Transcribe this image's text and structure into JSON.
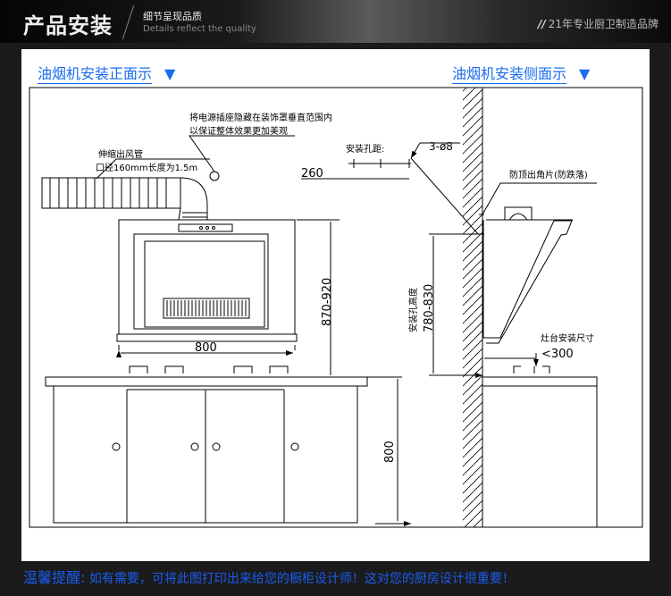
{
  "header": {
    "title": "产品安装",
    "subtitle_cn": "细节呈现品质",
    "subtitle_en": "Details reflect the quality",
    "slogan_mark": "//",
    "slogan": "21年专业厨卫制造品牌"
  },
  "sections": {
    "front": "油烟机安装正面示",
    "side": "油烟机安装侧面示",
    "arrow": "▼"
  },
  "diagram": {
    "socket_note_1": "将电源插座隐藏在装饰罩垂直范围内",
    "socket_note_2": "以保证整体效果更加美观",
    "duct_label_1": "伸缩出风管",
    "duct_label_2": "口径160mm长度为1.5m",
    "hole_spacing_label": "安装孔距:",
    "hole_spec": "3-ø8",
    "hole_spacing": "260",
    "hood_height": "870-920",
    "hood_width": "800",
    "cabinet_height": "800",
    "hole_height_label": "安装孔高度",
    "hole_height": "780-830",
    "corner_bracket": "防顶出角片(防跌落)",
    "stove_label": "灶台安装尺寸",
    "stove_distance": "<300"
  },
  "footer": {
    "label": "温馨提醒:",
    "text": "如有需要，可将此图打印出来给您的橱柜设计师！这对您的厨房设计很重要！"
  }
}
